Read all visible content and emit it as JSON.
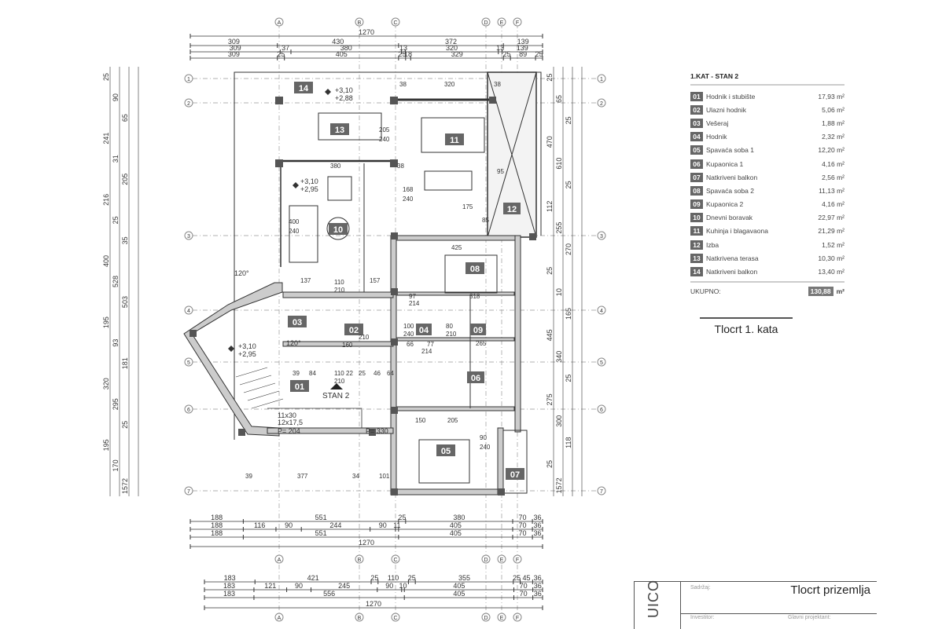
{
  "drawing": {
    "axes_columns": [
      "A",
      "B",
      "C",
      "D",
      "E",
      "F"
    ],
    "axes_rows": [
      "1",
      "2",
      "3",
      "4",
      "5",
      "6",
      "7"
    ],
    "top_dims": [
      {
        "values": [
          1270
        ]
      },
      {
        "values": [
          309,
          430,
          372,
          139
        ]
      },
      {
        "values": [
          309,
          37,
          380,
          13,
          320,
          13,
          139
        ]
      },
      {
        "values": [
          309,
          25,
          405,
          25,
          18,
          329,
          25,
          89,
          25
        ]
      }
    ],
    "bottom_dims_1": [
      {
        "values": [
          188,
          551,
          25,
          380,
          70,
          36
        ]
      },
      {
        "values": [
          188,
          116,
          90,
          244,
          90,
          11,
          405,
          70,
          36
        ]
      },
      {
        "values": [
          188,
          551,
          405,
          70,
          36
        ]
      },
      {
        "values": [
          1270
        ]
      }
    ],
    "bottom_dims_2": [
      {
        "values": [
          183,
          421,
          25,
          110,
          25,
          355,
          25,
          45,
          36
        ]
      },
      {
        "values": [
          183,
          121,
          90,
          245,
          90,
          10,
          405,
          70,
          36
        ]
      },
      {
        "values": [
          183,
          556,
          405,
          70,
          36
        ]
      },
      {
        "values": [
          1270
        ]
      }
    ],
    "left_dims": [
      "25",
      "90",
      "65",
      "241",
      "31",
      "205",
      "216",
      "25",
      "35",
      "400",
      "528",
      "503",
      "195",
      "93",
      "181",
      "320",
      "295",
      "25",
      "195",
      "170",
      "1572"
    ],
    "right_dims": [
      "25",
      "65",
      "25",
      "470",
      "610",
      "25",
      "112",
      "255",
      "270",
      "25",
      "10",
      "165",
      "445",
      "340",
      "25",
      "275",
      "300",
      "118",
      "25",
      "1572"
    ],
    "levels": [
      {
        "top": "+3,10",
        "bottom": "+2,88"
      },
      {
        "top": "+3,10",
        "bottom": "+2,95"
      },
      {
        "top": "+3,10",
        "bottom": "+2,95"
      }
    ],
    "stair_label": "STAN 2",
    "stair_info": [
      "11x30",
      "12x17,5",
      "P= 204",
      "P= 330"
    ],
    "angle_labels": [
      "120°",
      "120°"
    ],
    "inner_dims": [
      "38",
      "320",
      "38",
      "380",
      "38",
      "205",
      "240",
      "168",
      "240",
      "400",
      "240",
      "425",
      "318",
      "137",
      "110",
      "210",
      "157",
      "97",
      "214",
      "100",
      "240",
      "80",
      "210",
      "265",
      "66",
      "77",
      "214",
      "160",
      "210",
      "39",
      "84",
      "110",
      "210",
      "22",
      "25",
      "46",
      "64",
      "205",
      "150",
      "90",
      "240",
      "39",
      "377",
      "34",
      "101",
      "95",
      "175",
      "85"
    ]
  },
  "legend": {
    "title": "1.KAT - STAN 2",
    "unit": "m²",
    "rooms": [
      {
        "num": "01",
        "name": "Hodnik i stubište",
        "area": "17,93"
      },
      {
        "num": "02",
        "name": "Ulazni hodnik",
        "area": "5,06"
      },
      {
        "num": "03",
        "name": "Vešeraj",
        "area": "1,88"
      },
      {
        "num": "04",
        "name": "Hodnik",
        "area": "2,32"
      },
      {
        "num": "05",
        "name": "Spavaća soba 1",
        "area": "12,20"
      },
      {
        "num": "06",
        "name": "Kupaonica 1",
        "area": "4,16"
      },
      {
        "num": "07",
        "name": "Natkriveni balkon",
        "area": "2,56"
      },
      {
        "num": "08",
        "name": "Spavaća soba 2",
        "area": "11,13"
      },
      {
        "num": "09",
        "name": "Kupaonica 2",
        "area": "4,16"
      },
      {
        "num": "10",
        "name": "Dnevni boravak",
        "area": "22,97"
      },
      {
        "num": "11",
        "name": "Kuhinja i blagavaona",
        "area": "21,29"
      },
      {
        "num": "12",
        "name": "Izba",
        "area": "1,52"
      },
      {
        "num": "13",
        "name": "Natkrivena terasa",
        "area": "10,30"
      },
      {
        "num": "14",
        "name": "Natkriveni balkon",
        "area": "13,40"
      }
    ],
    "total_label": "UKUPNO:",
    "total_value": "130,88",
    "total_unit": "m²"
  },
  "caption": "Tlocrt 1. kata",
  "title_block": {
    "logo": "UICO",
    "content_label": "Sadržaj:",
    "content_value": "Tlocrt prizemlja",
    "investor_label": "Investitor:",
    "designer_label": "Glavni projektant:"
  }
}
